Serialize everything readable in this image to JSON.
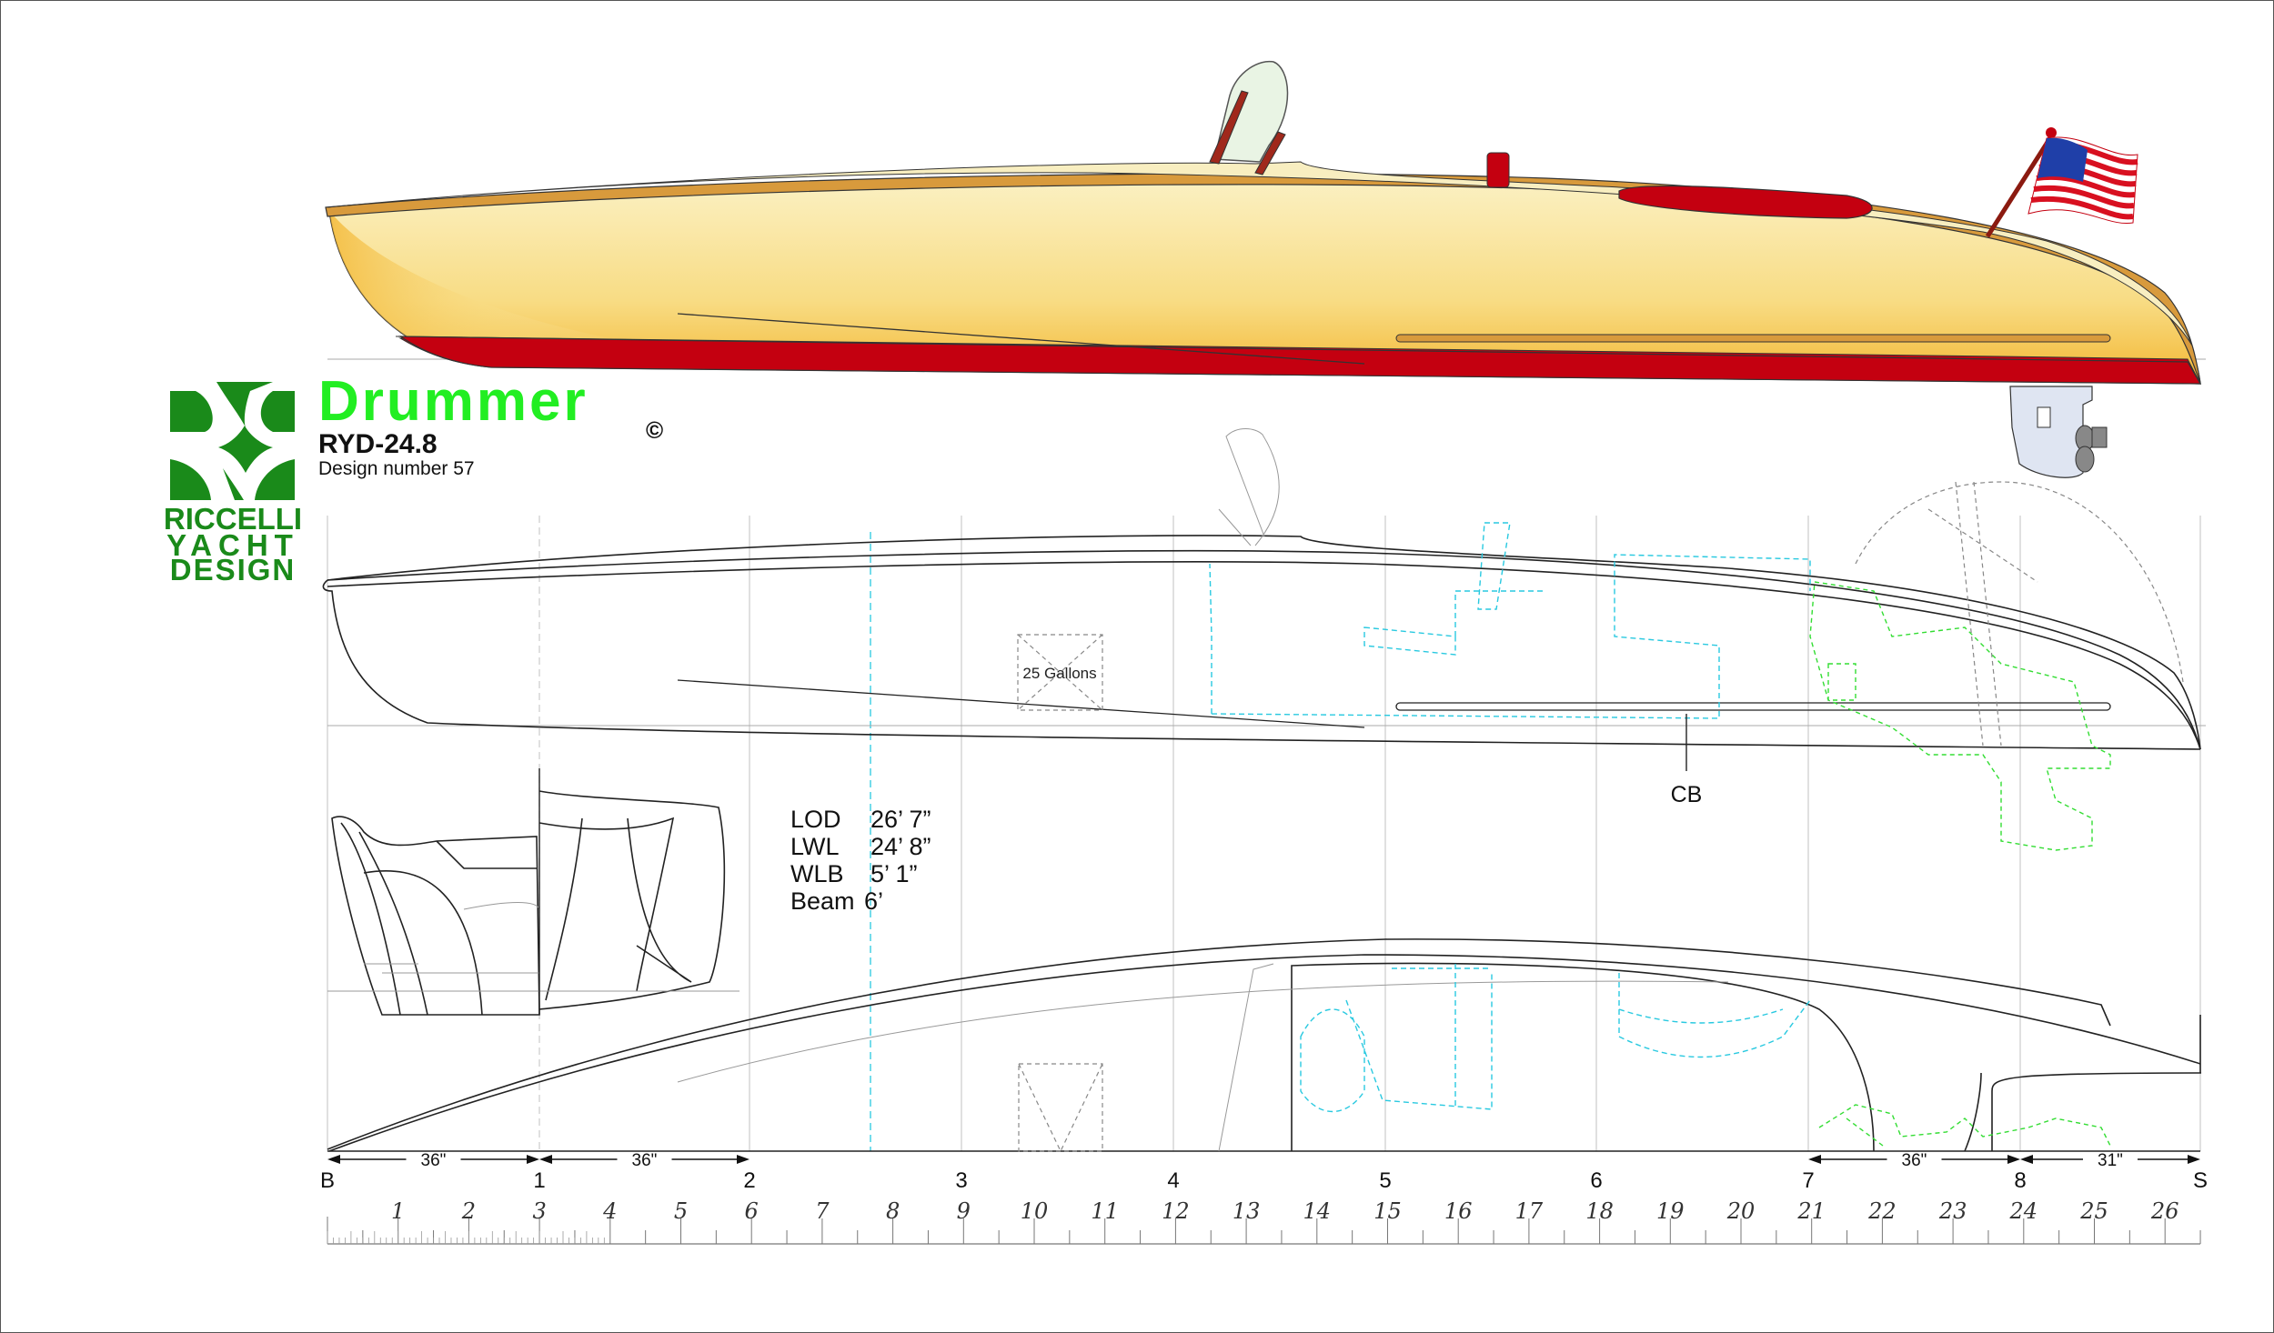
{
  "title": {
    "name": "Drummer",
    "copyright": "©",
    "model": "RYD-24.8",
    "design_number": "Design number 57"
  },
  "logo": {
    "line1": "RICCELLI",
    "line2": "YACHT",
    "line3": "DESIGN",
    "color": "#1a8a1a"
  },
  "colors": {
    "title_green": "#22ee22",
    "hull_cream": "#f7e7a8",
    "hull_gold": "#f3b733",
    "bottom_red": "#c40010",
    "rail_wood": "#d89a3c"
  },
  "specs": [
    {
      "label": "LOD",
      "value": "26’ 7”"
    },
    {
      "label": "LWL",
      "value": "24’ 8”"
    },
    {
      "label": "WLB",
      "value": "5’ 1”"
    },
    {
      "label": "Beam",
      "value": "6’"
    }
  ],
  "annotations": {
    "tank": "25 Gallons",
    "cb": "CB"
  },
  "stations": [
    "B",
    "1",
    "2",
    "3",
    "4",
    "5",
    "6",
    "7",
    "8",
    "S"
  ],
  "dimensions": [
    {
      "from": "B",
      "to": "1",
      "label": "36\""
    },
    {
      "from": "1",
      "to": "2",
      "label": "36\""
    },
    {
      "from": "7",
      "to": "8",
      "label": "36\""
    },
    {
      "from": "8",
      "to": "S",
      "label": "31\""
    }
  ],
  "ruler": {
    "unit": "feet",
    "labels": [
      "1",
      "2",
      "3",
      "4",
      "5",
      "6",
      "7",
      "8",
      "9",
      "10",
      "11",
      "12",
      "13",
      "14",
      "15",
      "16",
      "17",
      "18",
      "19",
      "20",
      "21",
      "22",
      "23",
      "24",
      "25",
      "26"
    ]
  }
}
